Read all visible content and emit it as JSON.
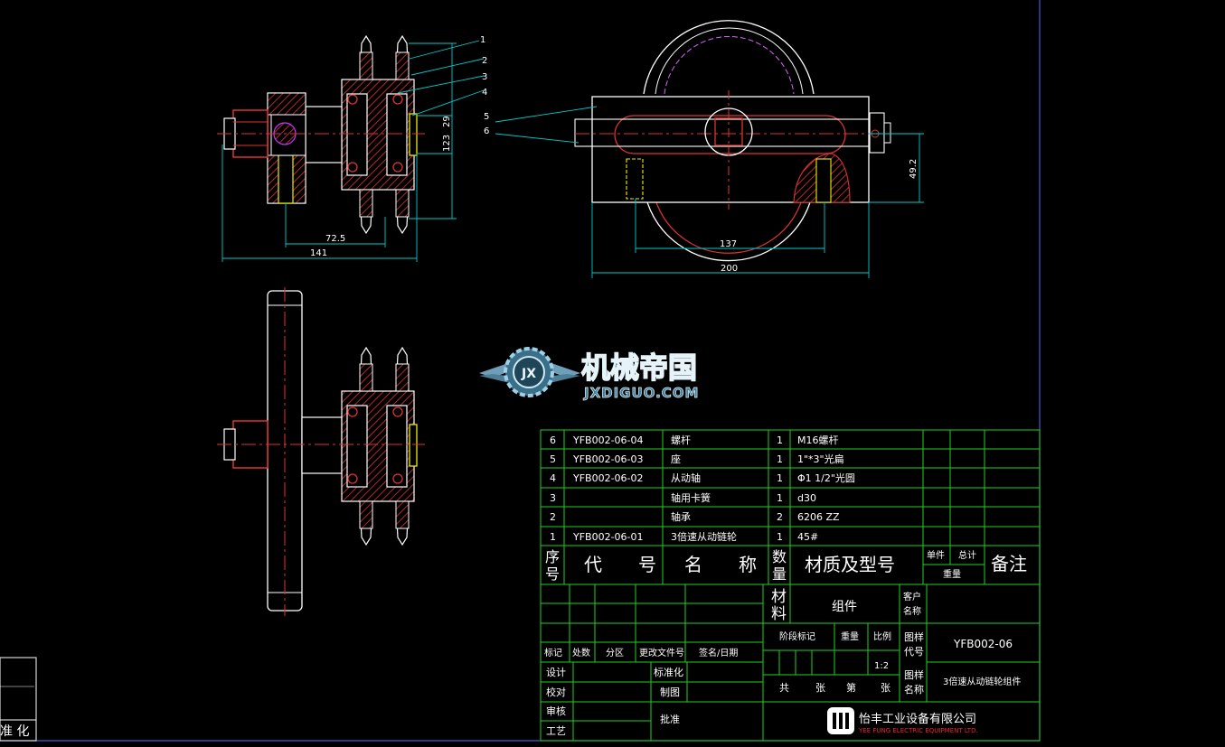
{
  "dimensions": {
    "front_72_5": "72.5",
    "front_141": "141",
    "front_123": "123",
    "front_29": "29",
    "side_137": "137",
    "side_200": "200",
    "side_49_2": "49.2"
  },
  "balloons": [
    "1",
    "2",
    "3",
    "4",
    "5",
    "6"
  ],
  "watermark": {
    "title": "机械帝国",
    "url": "JXDIGUO.COM",
    "emblem": "JX"
  },
  "parts_list": {
    "rows": [
      {
        "no": "6",
        "code": "YFB002-06-04",
        "name": "螺杆",
        "qty": "1",
        "material": "M16螺杆"
      },
      {
        "no": "5",
        "code": "YFB002-06-03",
        "name": "座",
        "qty": "1",
        "material": "1\"*3\"光扁"
      },
      {
        "no": "4",
        "code": "YFB002-06-02",
        "name": "从动轴",
        "qty": "1",
        "material": "Φ1 1/2\"光圆"
      },
      {
        "no": "3",
        "code": "",
        "name": "轴用卡簧",
        "qty": "1",
        "material": "d30"
      },
      {
        "no": "2",
        "code": "",
        "name": "轴承",
        "qty": "2",
        "material": "6206 ZZ"
      },
      {
        "no": "1",
        "code": "YFB002-06-01",
        "name": "3倍速从动链轮",
        "qty": "1",
        "material": "45#"
      }
    ],
    "header": {
      "no_1": "序",
      "no_2": "号",
      "code": "代　　号",
      "name": "名　　称",
      "qty_1": "数",
      "qty_2": "量",
      "material": "材质及型号",
      "unit_weight": "单件",
      "total_weight": "总计",
      "weight": "重量",
      "remark": "备注"
    }
  },
  "title_block": {
    "material_1": "材",
    "material_2": "料",
    "material_value": "组件",
    "client_1": "客户",
    "client_2": "名称",
    "revision_cols": [
      "标记",
      "处数",
      "分区",
      "更改文件号",
      "签名/日期"
    ],
    "stage_mark": "阶段标记",
    "weight": "重量",
    "scale": "比例",
    "scale_value": "1:2",
    "drawing_code_1": "图样",
    "drawing_code_2": "代号",
    "drawing_code_value": "YFB002-06",
    "drawing_name_1": "图样",
    "drawing_name_2": "名称",
    "drawing_name_value": "3倍速从动链轮组件",
    "sheets": [
      "共",
      "张",
      "第",
      "张"
    ],
    "roles": [
      "设计",
      "校对",
      "审核",
      "工艺"
    ],
    "roles_right": [
      "标准化",
      "制图",
      "批准"
    ],
    "company_cn": "怡丰工业设备有限公司",
    "company_en": "YEE FUNG ELECTRIC EQUIPMENT LTD."
  },
  "mini_block": {
    "text": "准 化"
  }
}
